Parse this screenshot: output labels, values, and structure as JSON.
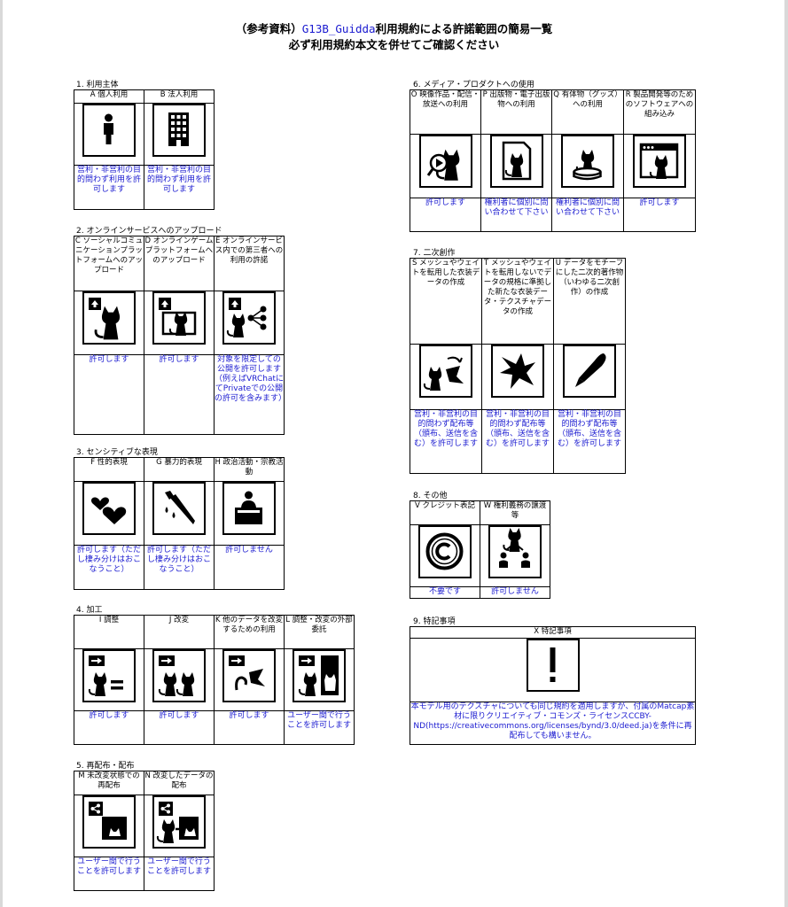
{
  "title": {
    "prefix": "（参考資料）",
    "model": "G13B_Guidda",
    "suffix": "利用規約による許諾範囲の簡易一覧",
    "line2": "必ず利用規約本文を併せてご確認ください"
  },
  "sections": {
    "s1": {
      "label": "1. 利用主体",
      "cols": [
        {
          "head": "A 個人利用",
          "icon": "person-icon",
          "perm": "営利・非営利の目的問わず利用を許可します"
        },
        {
          "head": "B 法人利用",
          "icon": "building-icon",
          "perm": "営利・非営利の目的問わず利用を許可します"
        }
      ]
    },
    "s2": {
      "label": "2. オンラインサービスへのアップロード",
      "cols": [
        {
          "head": "C ソーシャルコミュニケーションプラットフォームへのアップロード",
          "icon": "upload-avatar-icon",
          "perm": "許可します"
        },
        {
          "head": "D オンラインゲームプラットフォームへのアップロード",
          "icon": "upload-game-icon",
          "perm": "許可します"
        },
        {
          "head": "E オンラインサービス内での第三者への利用の許諾",
          "icon": "share-third-party-icon",
          "perm": "対象を限定しての公開を許可します（例えばVRChatにてPrivateでの公開の許可を含みます）"
        }
      ]
    },
    "s3": {
      "label": "3. センシティブな表現",
      "cols": [
        {
          "head": "F 性的表現",
          "icon": "hearts-icon",
          "perm": "許可します（ただし棲み分けはおこなうこと）"
        },
        {
          "head": "G 暴力的表現",
          "icon": "knife-icon",
          "perm": "許可します（ただし棲み分けはおこなうこと）"
        },
        {
          "head": "H 政治活動・宗教活動",
          "icon": "podium-icon",
          "perm": "許可しません"
        }
      ]
    },
    "s4": {
      "label": "4. 加工",
      "cols": [
        {
          "head": "I 調整",
          "icon": "adjust-icon",
          "perm": "許可します"
        },
        {
          "head": "J 改変",
          "icon": "modify-icon",
          "perm": "許可します"
        },
        {
          "head": "K 他のデータを改変するための利用",
          "icon": "use-for-other-data-icon",
          "perm": "許可します"
        },
        {
          "head": "L 調整・改変の外部委託",
          "icon": "outsource-icon",
          "perm": "ユーザー間で行うことを許可します"
        }
      ]
    },
    "s5": {
      "label": "5. 再配布・配布",
      "cols": [
        {
          "head": "M 未改変状態での再配布",
          "icon": "redistribute-icon",
          "perm": "ユーザー間で行うことを許可します"
        },
        {
          "head": "N 改変したデータの配布",
          "icon": "distribute-modified-icon",
          "perm": "ユーザー間で行うことを許可します"
        }
      ]
    },
    "s6": {
      "label": "6. メディア・プロダクトへの使用",
      "cols": [
        {
          "head": "O 映像作品・配信・放送への利用",
          "icon": "video-icon",
          "perm": "許可します"
        },
        {
          "head": "P 出版物・電子出版物への利用",
          "icon": "publication-icon",
          "perm": "権利者に個別に問い合わせて下さい"
        },
        {
          "head": "Q 有体物（グッズ）への利用",
          "icon": "figure-icon",
          "perm": "権利者に個別に問い合わせて下さい"
        },
        {
          "head": "R 製品開発等のためのソフトウェアへの組み込み",
          "icon": "software-icon",
          "perm": "許可します"
        }
      ]
    },
    "s7": {
      "label": "7. 二次創作",
      "cols": [
        {
          "head": "S メッシュやウェイトを転用した衣装データの作成",
          "icon": "costume-icon",
          "perm": "営利・非営利の目的問わず配布等（頒布、送信を含む）を許可します"
        },
        {
          "head": "T メッシュやウェイトを転用しないでデータの規格に準拠した新たな衣装データ・テクスチャデータの作成",
          "icon": "new-costume-icon",
          "perm": "営利・非営利の目的問わず配布等（頒布、送信を含む）を許可します"
        },
        {
          "head": "U データをモチーフにした二次的著作物（いわゆる二次創作）の作成",
          "icon": "pen-icon",
          "perm": "営利・非営利の目的問わず配布等（頒布、送信を含む）を許可します"
        }
      ]
    },
    "s8": {
      "label": "8. その他",
      "cols": [
        {
          "head": "V クレジット表記",
          "icon": "copyright-icon",
          "perm": "不要です"
        },
        {
          "head": "W 権利義務の譲渡等",
          "icon": "transfer-icon",
          "perm": "許可しません"
        }
      ]
    },
    "s9": {
      "label": "9. 特記事項",
      "head": "X 特記事項",
      "icon": "exclamation-icon",
      "note": "本モデル用のテクスチャについても同じ規約を適用しますが、付属のMatcap素材に限りクリエイティブ・コモンズ・ライセンスCCBY-ND(https://creativecommons.org/licenses/bynd/3.0/deed.ja)を条件に再配布しても構いません。"
    }
  }
}
